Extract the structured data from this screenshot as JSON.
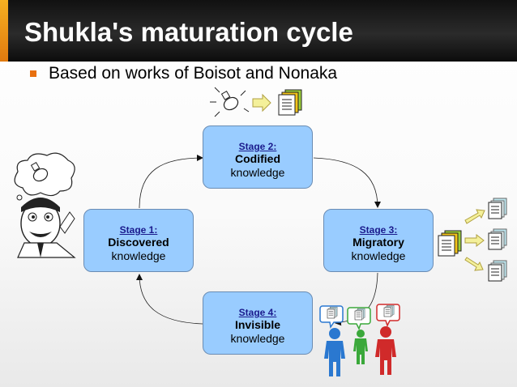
{
  "title": "Shukla's maturation cycle",
  "bullet": "Based on works of Boisot and Nonaka",
  "stages": [
    {
      "id": "stage-1",
      "number": "Stage 1:",
      "name": "Discovered",
      "sub": "knowledge"
    },
    {
      "id": "stage-2",
      "number": "Stage 2:",
      "name": "Codified",
      "sub": "knowledge"
    },
    {
      "id": "stage-3",
      "number": "Stage 3:",
      "name": "Migratory",
      "sub": "knowledge"
    },
    {
      "id": "stage-4",
      "number": "Stage 4:",
      "name": "Invisible",
      "sub": "knowledge"
    }
  ],
  "colors": {
    "title_bg": "#1a1a1a",
    "title_accent": "#f0a020",
    "bullet": "#e8700f",
    "stage_fill": "#99ccff",
    "stage_number": "#1a1a8c",
    "person_blue": "#2a78d0",
    "person_green": "#3aa83a",
    "person_red": "#d02a2a",
    "yellow_arrow": "#f4f09a"
  },
  "icons": [
    "lightbulb-icon",
    "yellow-arrow-icon",
    "document-stack-icon",
    "thinking-man-icon",
    "person-icon",
    "speech-bubble-icon"
  ]
}
